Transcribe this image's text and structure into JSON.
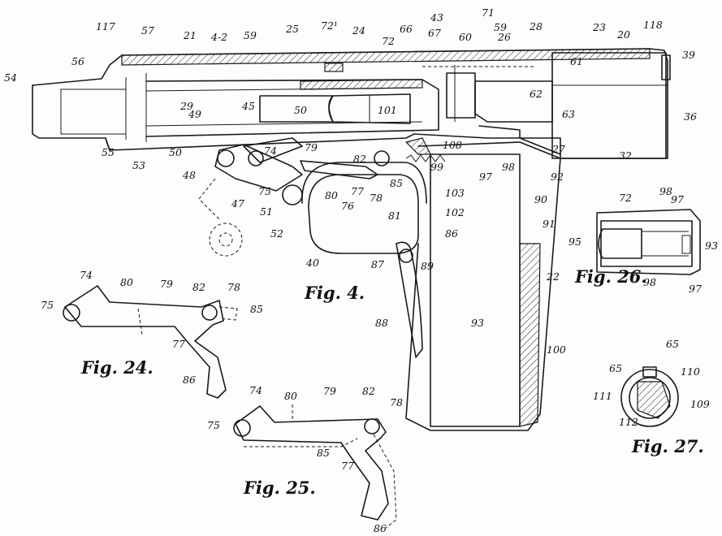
{
  "figures": {
    "fig4": "Fig. 4.",
    "fig24": "Fig. 24.",
    "fig25": "Fig. 25.",
    "fig26": "Fig. 26.",
    "fig27": "Fig. 27."
  },
  "labels": {
    "l117": "117",
    "l57": "57",
    "l42": "4-2",
    "l59a": "59",
    "l21": "21",
    "l25": "25",
    "l721": "72¹",
    "l24": "24",
    "l43": "43",
    "l71": "71",
    "l66": "66",
    "l67": "67",
    "l60": "60",
    "l59b": "59",
    "l26": "26",
    "l28": "28",
    "l23": "23",
    "l20": "20",
    "l118": "118",
    "l39": "39",
    "l56": "56",
    "l54": "54",
    "l72a": "72",
    "l61": "61",
    "l29": "29",
    "l45": "45",
    "l50a": "50",
    "l101": "101",
    "l62": "62",
    "l63": "63",
    "l36": "36",
    "l55": "55",
    "l53": "53",
    "l49": "49",
    "l50b": "50",
    "l74a": "74",
    "l79a": "79",
    "l82a": "82",
    "l108": "108",
    "l27": "27",
    "l32": "32",
    "l48": "48",
    "l75a": "75",
    "l99": "99",
    "l97a": "97",
    "l98a": "98",
    "l92": "92",
    "l47": "47",
    "l80a": "80",
    "l77a": "77",
    "l78a": "78",
    "l85a": "85",
    "l103": "103",
    "l90": "90",
    "l76": "76",
    "l51": "51",
    "l81": "81",
    "l102": "102",
    "l91": "91",
    "l52": "52",
    "l86a": "86",
    "l40": "40",
    "l87": "87",
    "l89": "89",
    "l22": "22",
    "l88": "88",
    "l93a": "93",
    "l100": "100",
    "l72b": "72",
    "l98b": "98",
    "l97b": "97",
    "l95": "95",
    "l93b": "93",
    "l98c": "98",
    "l97c": "97",
    "l74b": "74",
    "l80b": "80",
    "l79b": "79",
    "l82b": "82",
    "l78b": "78",
    "l75b": "75",
    "l85b": "85",
    "l77b": "77",
    "l86b": "86",
    "l74c": "74",
    "l80c": "80",
    "l79c": "79",
    "l82c": "82",
    "l78c": "78",
    "l75c": "75",
    "l85c": "85",
    "l77c": "77",
    "l86c": "86",
    "l65a": "65",
    "l65b": "65",
    "l110": "110",
    "l111": "111",
    "l109": "109",
    "l112": "112"
  }
}
